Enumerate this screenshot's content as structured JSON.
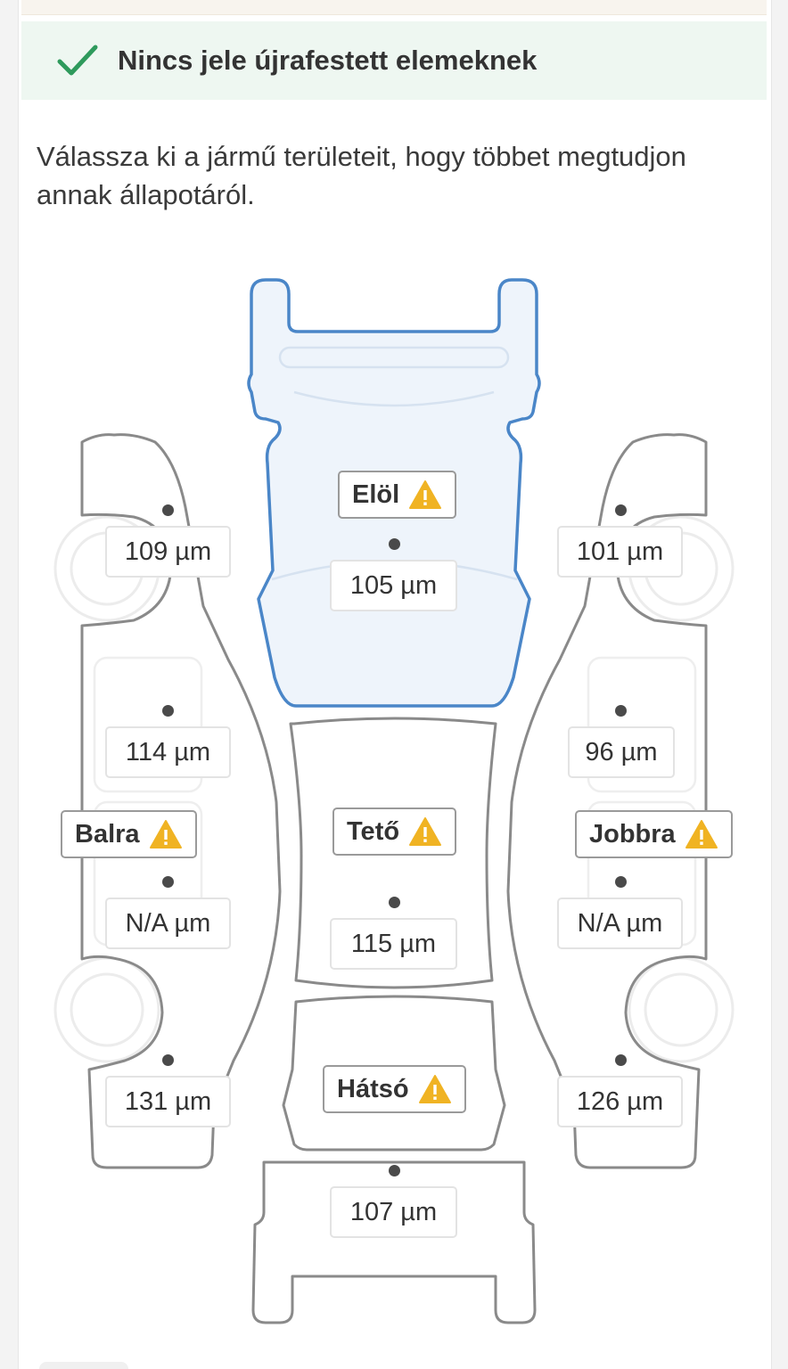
{
  "banner": {
    "text": "Nincs jele újrafestett elemeknek",
    "icon": "check-icon",
    "color": "#2e9a5c"
  },
  "instruction": "Válassza ki a jármű területeit, hogy többet megtudjon annak állapotáról.",
  "colors": {
    "selected_outline": "#4a86c8",
    "selected_fill": "#eef4fb",
    "warning": "#f0b323",
    "outline": "#8a8a8a"
  },
  "areas": {
    "front": {
      "label": "Elöl",
      "value": "105 µm",
      "selected": true
    },
    "roof": {
      "label": "Tető",
      "value": "115 µm"
    },
    "rear": {
      "label": "Hátsó",
      "value": "107 µm"
    },
    "left": {
      "label": "Balra",
      "values": [
        "109 µm",
        "114 µm",
        "N/A µm",
        "131 µm"
      ]
    },
    "right": {
      "label": "Jobbra",
      "values": [
        "101 µm",
        "96 µm",
        "N/A µm",
        "126 µm"
      ]
    }
  }
}
